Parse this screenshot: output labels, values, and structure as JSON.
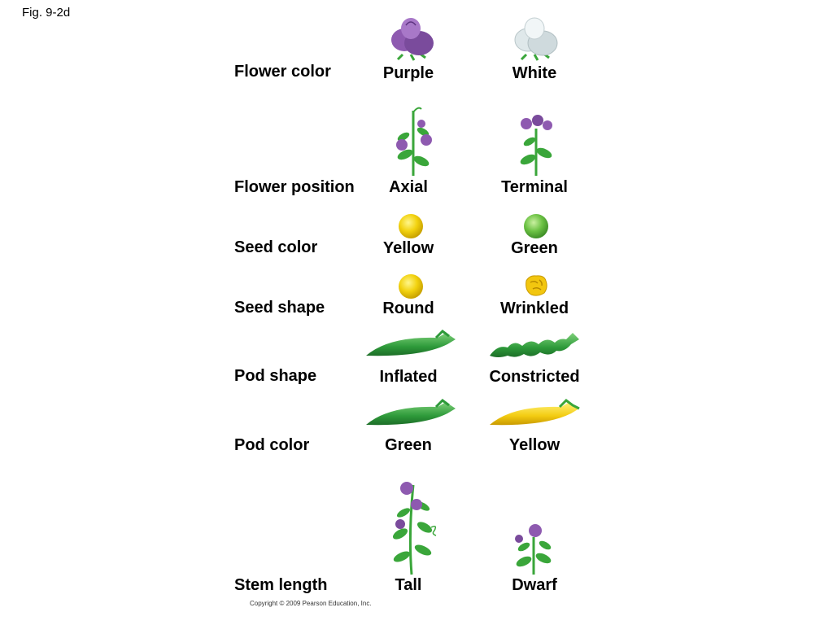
{
  "figure": {
    "label": "Fig. 9-2d",
    "copyright": "Copyright © 2009 Pearson Education, Inc."
  },
  "traits": [
    {
      "name": "Flower color",
      "dominant": "Purple",
      "recessive": "White",
      "dominant_icon": "purple-flower-icon",
      "recessive_icon": "white-flower-icon"
    },
    {
      "name": "Flower position",
      "dominant": "Axial",
      "recessive": "Terminal",
      "dominant_icon": "axial-flower-plant-icon",
      "recessive_icon": "terminal-flower-plant-icon"
    },
    {
      "name": "Seed color",
      "dominant": "Yellow",
      "recessive": "Green",
      "dominant_icon": "yellow-seed-icon",
      "recessive_icon": "green-seed-icon"
    },
    {
      "name": "Seed shape",
      "dominant": "Round",
      "recessive": "Wrinkled",
      "dominant_icon": "round-seed-icon",
      "recessive_icon": "wrinkled-seed-icon"
    },
    {
      "name": "Pod shape",
      "dominant": "Inflated",
      "recessive": "Constricted",
      "dominant_icon": "inflated-pod-icon",
      "recessive_icon": "constricted-pod-icon"
    },
    {
      "name": "Pod color",
      "dominant": "Green",
      "recessive": "Yellow",
      "dominant_icon": "green-pod-icon",
      "recessive_icon": "yellow-pod-icon"
    },
    {
      "name": "Stem length",
      "dominant": "Tall",
      "recessive": "Dwarf",
      "dominant_icon": "tall-plant-icon",
      "recessive_icon": "dwarf-plant-icon"
    }
  ],
  "colors": {
    "purple": "#8e5ab0",
    "white_flower": "#dfe8ea",
    "leaf_green": "#3aa63a",
    "pod_green": "#2e9a3a",
    "seed_yellow": "#f2d20f",
    "seed_green": "#6cc244",
    "pod_yellow": "#f3cc12"
  }
}
